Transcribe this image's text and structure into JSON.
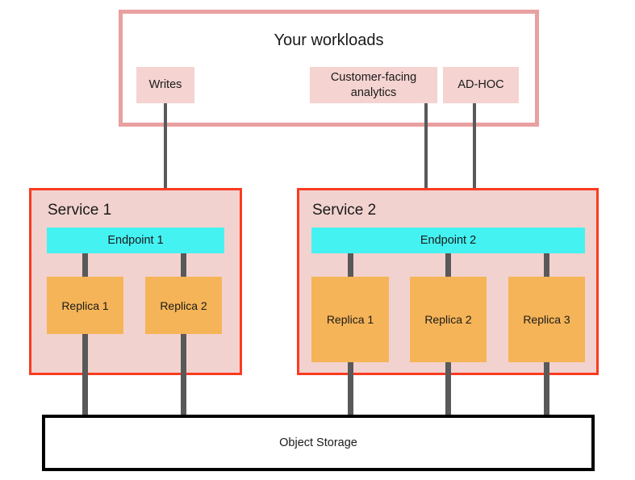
{
  "diagram": {
    "title": "Your workloads",
    "colors": {
      "workloads_border": "#e8a0a0",
      "chip_fill": "#f4d3d0",
      "service_fill": "#f2d2cf",
      "service_border": "#fb3b20",
      "endpoint_fill": "#45f2f2",
      "replica_fill": "#f5b457",
      "connector": "#595959",
      "storage_border": "#000000",
      "text": "#1a1a1a"
    }
  },
  "workloads": {
    "title": "Your workloads",
    "chips": [
      {
        "label": "Writes",
        "target": "Endpoint 1"
      },
      {
        "label": "Customer-facing analytics",
        "target": "Endpoint 2"
      },
      {
        "label": "AD-HOC",
        "target": "Endpoint 2"
      }
    ]
  },
  "services": [
    {
      "name": "Service 1",
      "endpoint": "Endpoint 1",
      "replicas": [
        {
          "label": "Replica 1"
        },
        {
          "label": "Replica 2"
        }
      ]
    },
    {
      "name": "Service 2",
      "endpoint": "Endpoint 2",
      "replicas": [
        {
          "label": "Replica 1"
        },
        {
          "label": "Replica 2"
        },
        {
          "label": "Replica 3"
        }
      ]
    }
  ],
  "storage": {
    "label": "Object Storage"
  }
}
